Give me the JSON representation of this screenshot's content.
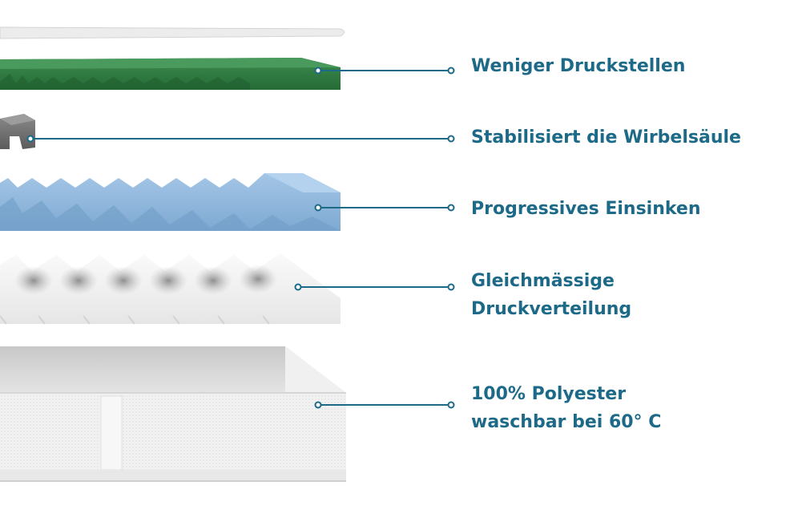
{
  "layers": [
    {
      "id": "top-cover-strip"
    },
    {
      "id": "green-foam",
      "label": "Weniger Druckstellen"
    },
    {
      "id": "grey-core",
      "label": "Stabilisiert die Wirbelsäule"
    },
    {
      "id": "blue-foam",
      "label": "Progressives Einsinken"
    },
    {
      "id": "white-foam",
      "label_lines": [
        "Gleichmässige",
        "Druckverteilung"
      ]
    },
    {
      "id": "cover-base",
      "label_lines": [
        "100% Polyester",
        "waschbar bei 60° C"
      ]
    }
  ],
  "colors": {
    "label_text": "#1d6a88",
    "callout_line": "#1d6a88",
    "green_foam": "#2f7c42",
    "blue_foam": "#8fb7dc",
    "grey_core": "#6e6e6e",
    "white_foam": "#f0f0f0",
    "cover": "#f2f2f2"
  }
}
